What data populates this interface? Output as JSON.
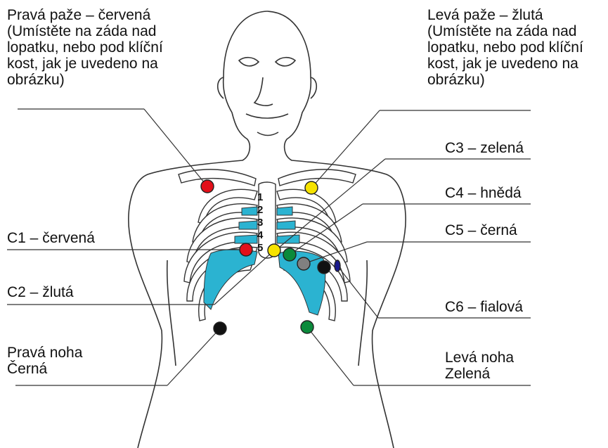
{
  "labels": {
    "right_arm": "Pravá paže – červená\n(Umístěte na záda nad\nlopatku, nebo pod klíční\nkost, jak je uvedeno na\nobrázku)",
    "left_arm": "Levá paže – žlutá\n(Umístěte na záda nad\nlopatku, nebo pod klíční\nkost, jak je uvedeno na\nobrázku)",
    "c1": "C1 – červená",
    "c2": "C2 – žlutá",
    "c3": "C3 – zelená",
    "c4": "C4 – hnědá",
    "c5": "C5 – černá",
    "c6": "C6 – fialová",
    "right_leg": "Pravá noha\nČerná",
    "left_leg": "Levá noha\nZelená"
  },
  "rib_numbers": [
    "1",
    "2",
    "3",
    "4",
    "5"
  ],
  "colors": {
    "red": "#e3101a",
    "yellow": "#f6e300",
    "green": "#0b8a3b",
    "gray": "#808080",
    "black": "#111111",
    "purple": "#1a1a8c",
    "cartilage": "#2bb3d1",
    "outline": "#333333"
  }
}
